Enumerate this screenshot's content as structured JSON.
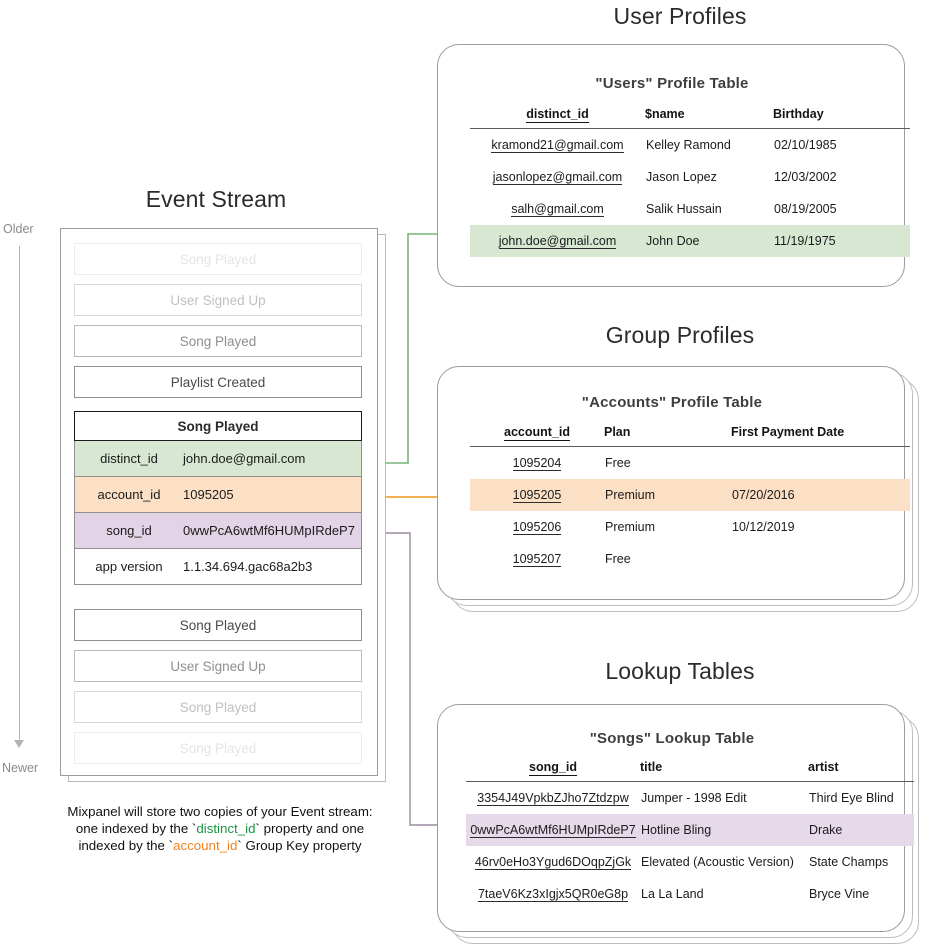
{
  "sections": {
    "event_stream_title": "Event Stream",
    "user_profiles_title": "User Profiles",
    "group_profiles_title": "Group Profiles",
    "lookup_tables_title": "Lookup Tables"
  },
  "timeline": {
    "older_label": "Older",
    "newer_label": "Newer"
  },
  "event_stream": {
    "events_above": [
      {
        "label": "Song Played",
        "fade": "f1"
      },
      {
        "label": "User Signed Up",
        "fade": "f2"
      },
      {
        "label": "Song Played",
        "fade": "f3"
      },
      {
        "label": "Playlist Created",
        "fade": "f4"
      }
    ],
    "selected_event": {
      "name": "Song Played",
      "properties": [
        {
          "key": "distinct_id",
          "value": "john.doe@gmail.com",
          "highlight": "green"
        },
        {
          "key": "account_id",
          "value": "1095205",
          "highlight": "orange"
        },
        {
          "key": "song_id",
          "value": "0wwPcA6wtMf6HUMpIRdeP7",
          "highlight": "purple"
        },
        {
          "key": "app version",
          "value": "1.1.34.694.gac68a2b3",
          "highlight": "white"
        }
      ]
    },
    "events_below": [
      {
        "label": "Song Played",
        "fade": "f4"
      },
      {
        "label": "User Signed Up",
        "fade": "f3"
      },
      {
        "label": "Song Played",
        "fade": "f2"
      },
      {
        "label": "Song Played",
        "fade": "f1"
      }
    ]
  },
  "caption": {
    "line1": "Mixpanel will store two copies of your Event stream:",
    "line2_a": "one indexed by the `",
    "line2_key": "distinct_id",
    "line2_b": "` property and one",
    "line3_a": "indexed by the `",
    "line3_key": "account_id",
    "line3_b": "` Group Key property"
  },
  "users_table": {
    "title": "\"Users\" Profile Table",
    "columns": [
      "distinct_id",
      "$name",
      "Birthday"
    ],
    "rows": [
      {
        "cells": [
          "kramond21@gmail.com",
          "Kelley Ramond",
          "02/10/1985"
        ],
        "highlight": ""
      },
      {
        "cells": [
          "jasonlopez@gmail.com",
          "Jason Lopez",
          "12/03/2002"
        ],
        "highlight": ""
      },
      {
        "cells": [
          "salh@gmail.com",
          "Salik Hussain",
          "08/19/2005"
        ],
        "highlight": ""
      },
      {
        "cells": [
          "john.doe@gmail.com",
          "John Doe",
          "11/19/1975"
        ],
        "highlight": "hl-green"
      }
    ]
  },
  "accounts_table": {
    "title": "\"Accounts\" Profile Table",
    "columns": [
      "account_id",
      "Plan",
      "First Payment Date"
    ],
    "rows": [
      {
        "cells": [
          "1095204",
          "Free",
          ""
        ],
        "highlight": ""
      },
      {
        "cells": [
          "1095205",
          "Premium",
          "07/20/2016"
        ],
        "highlight": "hl-orange"
      },
      {
        "cells": [
          "1095206",
          "Premium",
          "10/12/2019"
        ],
        "highlight": ""
      },
      {
        "cells": [
          "1095207",
          "Free",
          ""
        ],
        "highlight": ""
      }
    ]
  },
  "songs_table": {
    "title": "\"Songs\" Lookup Table",
    "columns": [
      "song_id",
      "title",
      "artist"
    ],
    "rows": [
      {
        "cells": [
          "3354J49VpkbZJho7Ztdzpw",
          "Jumper - 1998 Edit",
          "Third Eye Blind"
        ],
        "highlight": ""
      },
      {
        "cells": [
          "0wwPcA6wtMf6HUMpIRdeP7",
          "Hotline Bling",
          "Drake"
        ],
        "highlight": "hl-purple"
      },
      {
        "cells": [
          "46rv0eHo3Ygud6DOqpZjGk",
          "Elevated (Acoustic Version)",
          "State Champs"
        ],
        "highlight": ""
      },
      {
        "cells": [
          "7taeV6Kz3xIgjx5QR0eG8p",
          "La La Land",
          "Bryce Vine"
        ],
        "highlight": ""
      }
    ]
  },
  "colors": {
    "green": "#d7e7d2",
    "orange": "#fbe0c6",
    "purple": "#e2d4e6",
    "green_arrow": "#76b576",
    "orange_arrow": "#f0a73c",
    "purple_arrow": "#9b8aa0",
    "border": "#9c9c9c"
  }
}
